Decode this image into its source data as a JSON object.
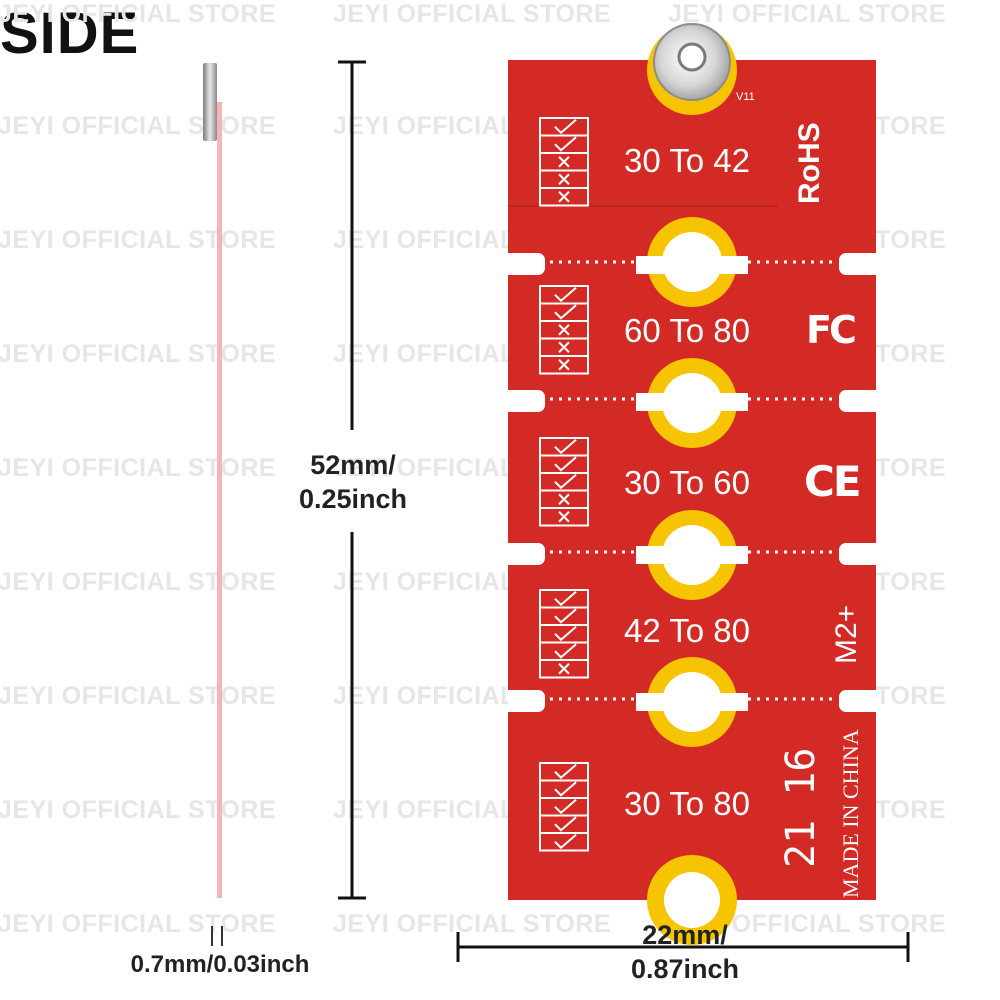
{
  "title": "SIDE",
  "watermark": "JEYI OFFICIAL STORE",
  "dimensions": {
    "height_mm": "52mm/",
    "height_in": "0.25inch",
    "width_mm": "22mm/",
    "width_in": "0.87inch",
    "thickness": "0.7mm/0.03inch"
  },
  "board": {
    "version": "V11",
    "segments": [
      {
        "label": "30 To 42",
        "badge": "RoHS"
      },
      {
        "label": "60 To 80",
        "badge": "FC"
      },
      {
        "label": "30 To 60",
        "badge": "CE"
      },
      {
        "label": "42 To 80",
        "badge": "M2+"
      },
      {
        "label": "30 To 80",
        "badge": "MADE IN CHINA"
      }
    ],
    "date_code": "21 16"
  },
  "colors": {
    "pcb_red": "#d42a26",
    "pad_gold": "#f6c400",
    "side_line": "#f5b5b5"
  }
}
